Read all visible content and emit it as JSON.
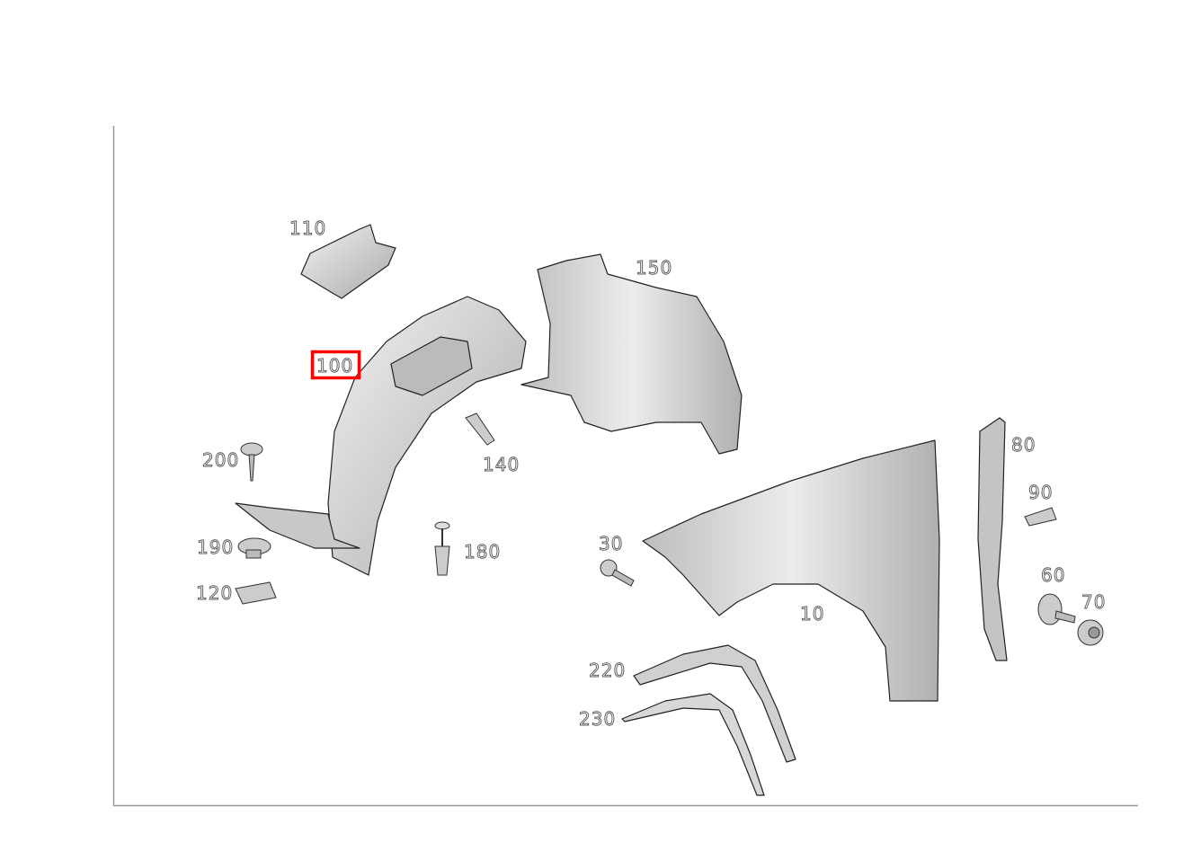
{
  "diagram": {
    "selected_part": "100",
    "highlight_color": "#ff0000",
    "callouts": {
      "p110": "110",
      "p150": "150",
      "p100": "100",
      "p200": "200",
      "p140": "140",
      "p190": "190",
      "p180": "180",
      "p120": "120",
      "p30": "30",
      "p10": "10",
      "p80": "80",
      "p90": "90",
      "p60": "60",
      "p70": "70",
      "p220": "220",
      "p230": "230"
    }
  }
}
